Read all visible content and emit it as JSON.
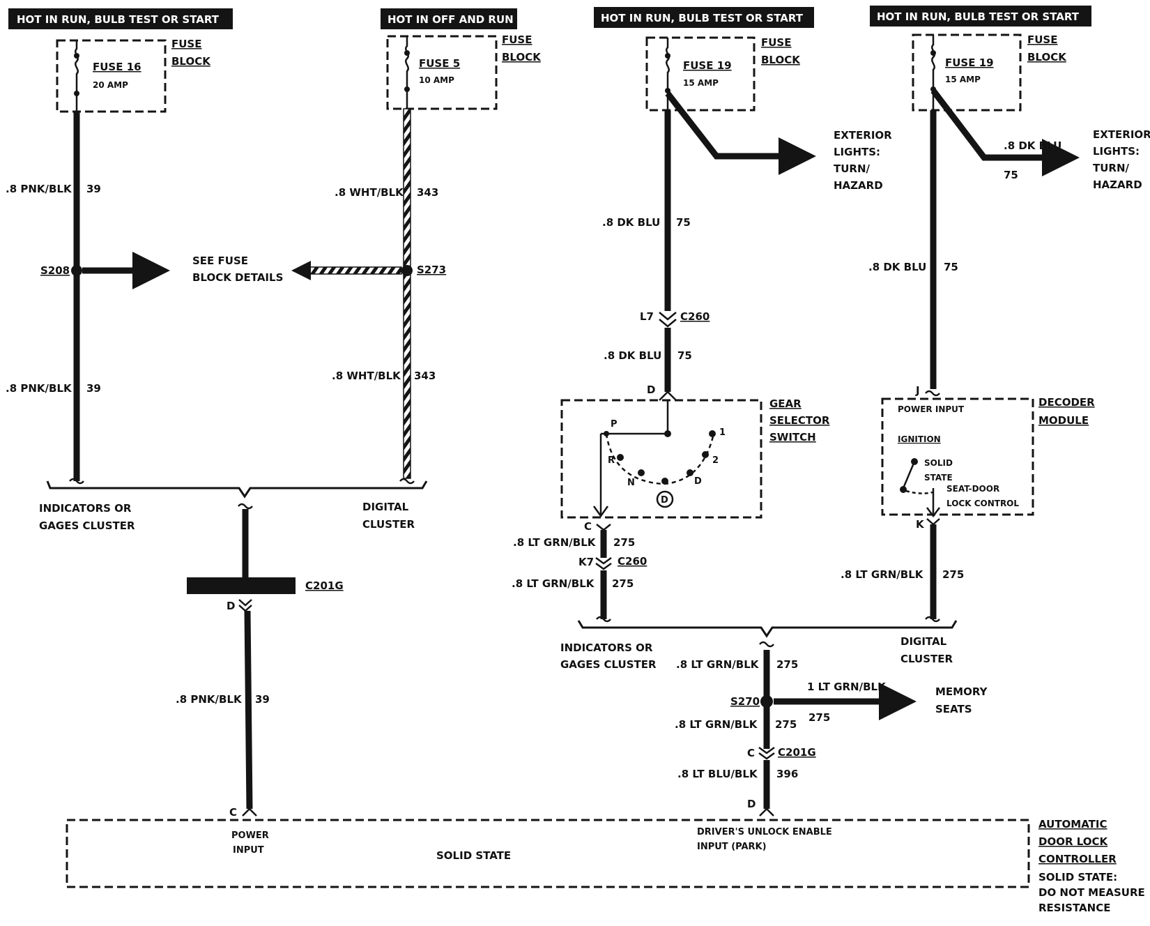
{
  "headers": {
    "col1": "HOT IN RUN, BULB TEST OR START",
    "col2": "HOT IN OFF AND RUN",
    "col3": "HOT IN RUN, BULB TEST OR START",
    "col4": "HOT IN RUN, BULB TEST OR START"
  },
  "fuse_block_label": {
    "line1": "FUSE",
    "line2": "BLOCK"
  },
  "fuses": [
    {
      "name": "FUSE 16",
      "rating": "20 AMP"
    },
    {
      "name": "FUSE 5",
      "rating": "10 AMP"
    },
    {
      "name": "FUSE 19",
      "rating": "15 AMP"
    },
    {
      "name": "FUSE 19",
      "rating": "15 AMP"
    }
  ],
  "wires": {
    "pnk_blk": ".8 PNK/BLK",
    "pnk_blk_circuit": "39",
    "wht_blk": ".8 WHT/BLK",
    "wht_blk_circuit": "343",
    "dk_blu": ".8 DK BLU",
    "dk_blu_circuit": "75",
    "lt_grn_blk": ".8 LT GRN/BLK",
    "lt_grn_blk_circuit": "275",
    "lt_grn_blk_1": "1 LT GRN/BLK",
    "lt_blu_blk": ".8 LT BLU/BLK",
    "lt_blu_blk_circuit": "396"
  },
  "splices": {
    "s208": "S208",
    "s273": "S273",
    "s270": "S270"
  },
  "connectors": {
    "c260": "C260",
    "c201g": "C201G",
    "pin_l7": "L7",
    "pin_k7": "K7",
    "pin_c": "C",
    "pin_d": "D",
    "pin_j": "J",
    "pin_k": "K"
  },
  "labels": {
    "see_fuse_line1": "SEE FUSE",
    "see_fuse_line2": "BLOCK DETAILS",
    "indicators_line1": "INDICATORS OR",
    "indicators_line2": "GAGES CLUSTER",
    "digital_line1": "DIGITAL",
    "digital_line2": "CLUSTER",
    "exterior_line1": "EXTERIOR",
    "exterior_line2": "LIGHTS:",
    "exterior_line3": "TURN/",
    "exterior_line4": "HAZARD",
    "memory_line1": "MEMORY",
    "memory_line2": "SEATS"
  },
  "gear_selector": {
    "title_line1": "GEAR",
    "title_line2": "SELECTOR",
    "title_line3": "SWITCH",
    "positions": [
      "P",
      "R",
      "N",
      "D",
      "2",
      "1"
    ],
    "selected": "D",
    "selected_pos_label": "D"
  },
  "decoder_module": {
    "title_line1": "DECODER",
    "title_line2": "MODULE",
    "power_input": "POWER INPUT",
    "ignition": "IGNITION",
    "solid_line1": "SOLID",
    "solid_line2": "STATE",
    "seat_line1": "SEAT-DOOR",
    "seat_line2": "LOCK CONTROL"
  },
  "controller": {
    "title_line1": "AUTOMATIC",
    "title_line2": "DOOR LOCK",
    "title_line3": "CONTROLLER",
    "note_line1": "SOLID STATE:",
    "note_line2": "DO NOT MEASURE",
    "note_line3": "RESISTANCE",
    "power_line1": "POWER",
    "power_line2": "INPUT",
    "center": "SOLID STATE",
    "unlock_line1": "DRIVER'S UNLOCK ENABLE",
    "unlock_line2": "INPUT (PARK)"
  }
}
